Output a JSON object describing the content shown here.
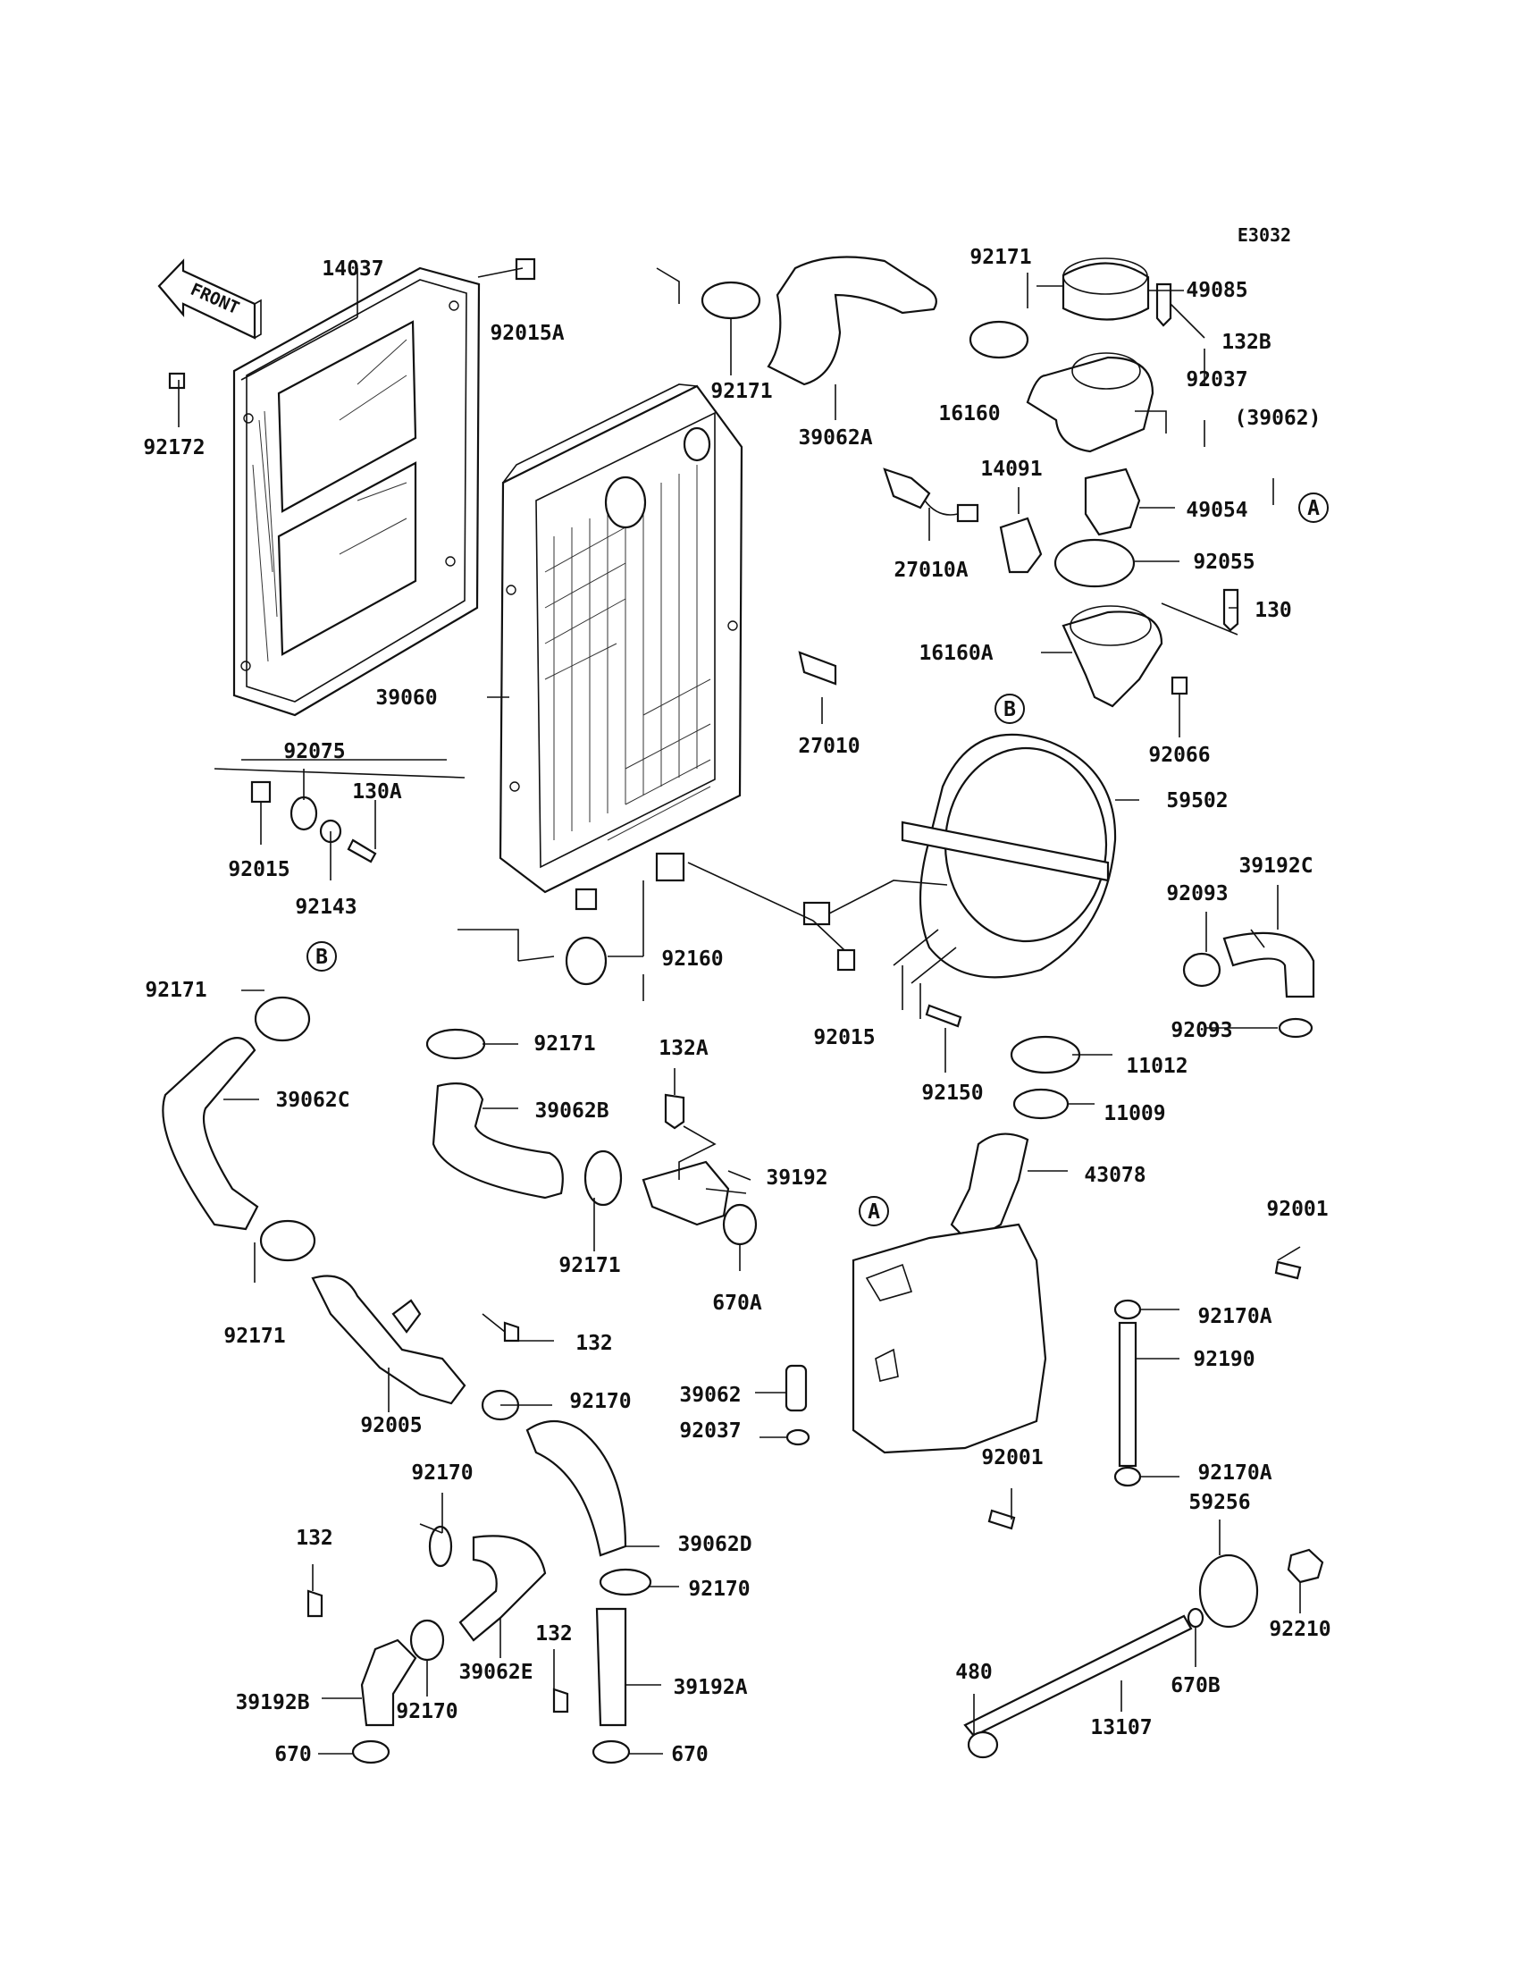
{
  "diagram": {
    "ref_code": "E3032",
    "front_label": "FRONT",
    "callouts": {
      "A": "A",
      "B": "B"
    },
    "labels": {
      "p14037": "14037",
      "p92015A": "92015A",
      "p92172": "92172",
      "p39060": "39060",
      "p92075": "92075",
      "p130A": "130A",
      "p92015_left": "92015",
      "p92143": "92143",
      "p92171_top": "92171",
      "p39062A": "39062A",
      "p92171_tr": "92171",
      "p49085": "49085",
      "p132B": "132B",
      "p92037_top": "92037",
      "p16160": "16160",
      "p39062_paren": "(39062)",
      "p14091": "14091",
      "p49054": "49054",
      "p27010A": "27010A",
      "p92055": "92055",
      "p130": "130",
      "p16160A": "16160A",
      "p27010": "27010",
      "p92066": "92066",
      "p59502": "59502",
      "p39192C": "39192C",
      "p92093_a": "92093",
      "p92093_b": "92093",
      "p92160": "92160",
      "p92015_mid": "92015",
      "p92171_left": "92171",
      "p92171_mid": "92171",
      "p39062C": "39062C",
      "p132A": "132A",
      "p39062B": "39062B",
      "p11012": "11012",
      "p92150": "92150",
      "p11009": "11009",
      "p39192": "39192",
      "p43078": "43078",
      "p92171_lower": "92171",
      "p670A": "670A",
      "p92001_top": "92001",
      "p92171_low_left": "92171",
      "p132_mid": "132",
      "p92170A_top": "92170A",
      "p92190": "92190",
      "p92005": "92005",
      "p92170_mid": "92170",
      "p39062_low": "39062",
      "p92037_low": "92037",
      "p92001_low": "92001",
      "p92170A_low": "92170A",
      "p92170_left": "92170",
      "p39062D": "39062D",
      "p59256": "59256",
      "p132_left": "132",
      "p92170_b": "92170",
      "p92210": "92210",
      "p132_bottom": "132",
      "p39062E": "39062E",
      "p39192A": "39192A",
      "p480": "480",
      "p670B": "670B",
      "p39192B": "39192B",
      "p92170_c": "92170",
      "p13107": "13107",
      "p670_left": "670",
      "p670_right": "670"
    }
  }
}
